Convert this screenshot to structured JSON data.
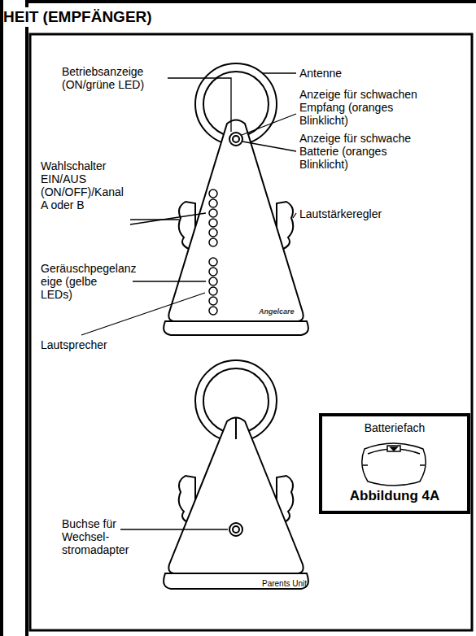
{
  "diagram": {
    "title": "HEIT (EMPFÄNGER)",
    "nodes": [
      {
        "text": [
          "Batteriefach",
          "Abbildung 4A"
        ]
      }
    ],
    "labels": [
      "Betriebsanzeige (ON/grüne LED)",
      "Antenne",
      "Anzeige für schwachen Empfang (oranges Blinklicht)",
      "Anzeige für schwache Batterie (oranges Blinklicht)",
      "Wahlschalter EIN/AUS (ON/OFF)/Kanal A oder B",
      "Lautstärkeregler",
      "Geräuschpegelanz eige (gelbe LEDs)",
      "Lautsprecher",
      "Angelcare",
      "Buchse für Wechsel- stromadapter",
      "Parents Unit"
    ]
  }
}
